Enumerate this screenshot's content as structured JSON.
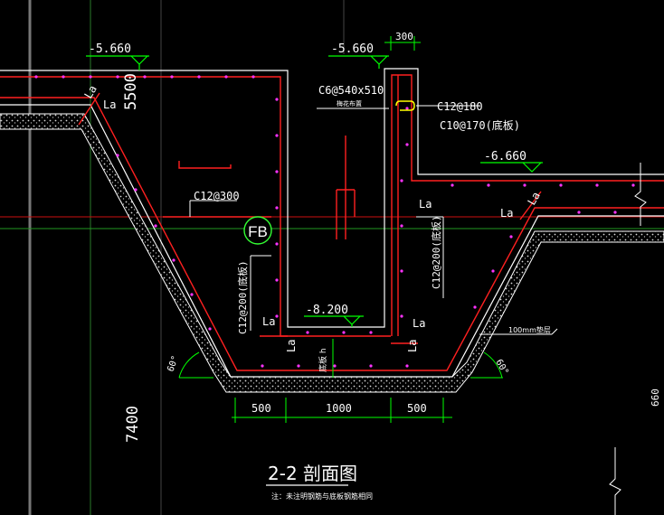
{
  "section": {
    "title": "2-2 剖面图",
    "subtitle": "注：未注明钢筋与底板钢筋相同"
  },
  "elevations": {
    "left_top": "-5.660",
    "mid_top": "-5.660",
    "right_floor": "-6.660",
    "pit_bottom": "-8.200"
  },
  "dimensions": {
    "wall_thickness": "300",
    "side_5500": "5500",
    "side_7400": "7400",
    "side_660": "660",
    "bottom_left": "500",
    "bottom_mid": "1000",
    "bottom_right": "500"
  },
  "rebar": {
    "stirrup": "C6@540x510",
    "stirrup_note": "梅花布置",
    "top_bar": "C12@180",
    "side_bar": "C10@170(底板)",
    "slab_bar": "C12@300",
    "wall_left": "C12@200(底板)",
    "wall_right": "C12@200(底板)"
  },
  "labels": {
    "anchor": "La",
    "fb": "FB",
    "depth_h": "底板 h",
    "cushion": "100mm垫层",
    "angle": "60°"
  },
  "colors": {
    "background": "#000000",
    "outline": "#ffffff",
    "rebar": "#ff2020",
    "dimension": "#00ff00",
    "stirrup": "#ffff00",
    "dots": "#ff00ff",
    "gray": "#888888"
  }
}
